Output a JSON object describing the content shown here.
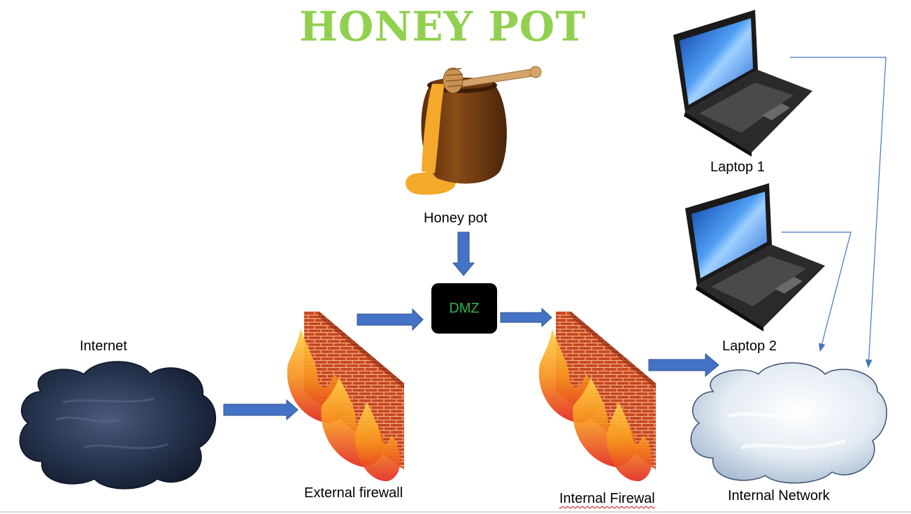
{
  "title": "HONEY POT",
  "nodes": {
    "honey_pot": "Honey pot",
    "dmz": "DMZ",
    "internet": "Internet",
    "external_firewall": "External firewall",
    "internal_firewall": "Internal Firewal",
    "internal_network": "Internal Network",
    "laptop_1": "Laptop 1",
    "laptop_2": "Laptop 2"
  },
  "colors": {
    "title": "#92d050",
    "arrow": "#4472c4",
    "dmz_text": "#2fb34a",
    "dark_cloud": "#24324f",
    "light_cloud": "#dfe8f1"
  },
  "icons": [
    "honey-pot-icon",
    "dark-cloud-icon",
    "firewall-icon",
    "laptop-icon",
    "light-cloud-icon"
  ]
}
